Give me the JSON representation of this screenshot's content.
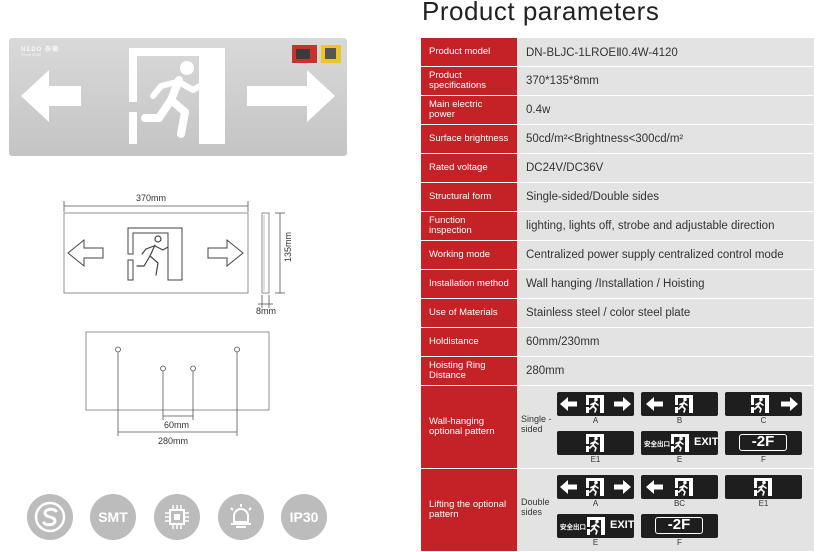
{
  "title": "Product parameters",
  "photo": {
    "brand": "NEDO 奈德",
    "brand_sub": "Since 2008"
  },
  "drawing": {
    "width_label": "370mm",
    "height_label": "135mm",
    "depth_label": "8mm",
    "hole_inner_label": "60mm",
    "hole_outer_label": "280mm"
  },
  "certs": [
    {
      "label": "",
      "icon": "s-mark-icon"
    },
    {
      "label": "SMT",
      "icon": ""
    },
    {
      "label": "",
      "icon": "chip-icon"
    },
    {
      "label": "",
      "icon": "bulb-icon"
    },
    {
      "label": "IP30",
      "icon": ""
    }
  ],
  "params": [
    {
      "label": "Product model",
      "value": "DN-BLJC-1LROEⅡ0.4W-4120"
    },
    {
      "label": "Product specifications",
      "value": "370*135*8mm"
    },
    {
      "label": "Main electric power",
      "value": "0.4w"
    },
    {
      "label": "Surface brightness",
      "value": "50cd/m²<Brightness<300cd/m²"
    },
    {
      "label": "Rated voltage",
      "value": "DC24V/DC36V"
    },
    {
      "label": "Structural form",
      "value": "Single-sided/Double sides"
    },
    {
      "label": "Function inspection",
      "value": "lighting, lights off, strobe and adjustable direction"
    },
    {
      "label": "Working mode",
      "value": "Centralized power supply centralized control mode"
    },
    {
      "label": "Installation method",
      "value": "Wall hanging /Installation / Hoisting"
    },
    {
      "label": "Use of Materials",
      "value": "Stainless steel / color steel plate"
    },
    {
      "label": "Holdistance",
      "value": "60mm/230mm"
    },
    {
      "label": "Hoisting Ring Distance",
      "value": "280mm"
    }
  ],
  "wall": {
    "label": "Wall-hanging optional pattern",
    "sub": "Single -sided",
    "patterns": [
      {
        "type": "arrows",
        "cap": "A"
      },
      {
        "type": "left",
        "cap": "B"
      },
      {
        "type": "right",
        "cap": "C"
      },
      {
        "type": "man",
        "cap": "E1"
      },
      {
        "type": "exit",
        "cap": "E",
        "cn": "安全出口",
        "exit": "EXIT"
      },
      {
        "type": "floor",
        "cap": "F",
        "floor": "-2F"
      }
    ]
  },
  "lift": {
    "label": "Lifting the optional pattern",
    "sub": "Double sides",
    "patterns": [
      {
        "type": "arrows",
        "cap": "A"
      },
      {
        "type": "left",
        "cap": "BC"
      },
      {
        "type": "man",
        "cap": "E1"
      },
      {
        "type": "exit",
        "cap": "E",
        "cn": "安全出口",
        "exit": "EXIT"
      },
      {
        "type": "floor",
        "cap": "F",
        "floor": "-2F"
      }
    ]
  },
  "colors": {
    "accent": "#c42227",
    "value_bg": "#e3e3e3",
    "sign_bg": "#1e1e1e",
    "cert_bg": "#bcbcbc"
  }
}
